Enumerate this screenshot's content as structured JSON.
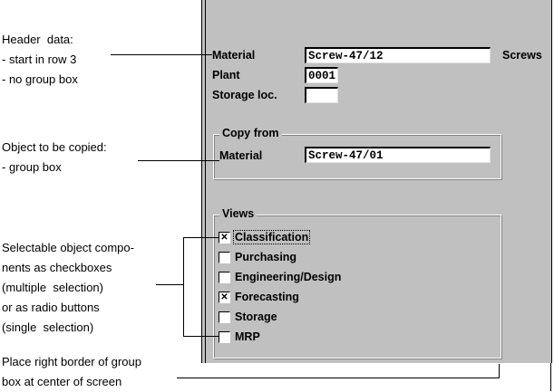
{
  "annotations": {
    "header": "Header  data:\n- start in row 3\n- no group box",
    "object": "Object to be copied:\n- group box",
    "selectable": "Selectable object compo-\nnents as checkboxes\n(multiple  selection)\nor as radio buttons\n(single  selection)",
    "border": "Place right border of group\nbox at center of screen"
  },
  "header": {
    "material_label": "Material",
    "material_value": "Screw-47/12",
    "material_desc": "Screws",
    "plant_label": "Plant",
    "plant_value": "0001",
    "storage_label": "Storage loc.",
    "storage_value": ""
  },
  "copy_from": {
    "title": "Copy  from",
    "material_label": "Material",
    "material_value": "Screw-47/01"
  },
  "views": {
    "title": "Views",
    "items": [
      {
        "label": "Classification",
        "checked": true
      },
      {
        "label": "Purchasing",
        "checked": false
      },
      {
        "label": "Engineering/Design",
        "checked": false
      },
      {
        "label": "Forecasting",
        "checked": true
      },
      {
        "label": "Storage",
        "checked": false
      },
      {
        "label": "MRP",
        "checked": false
      }
    ]
  }
}
